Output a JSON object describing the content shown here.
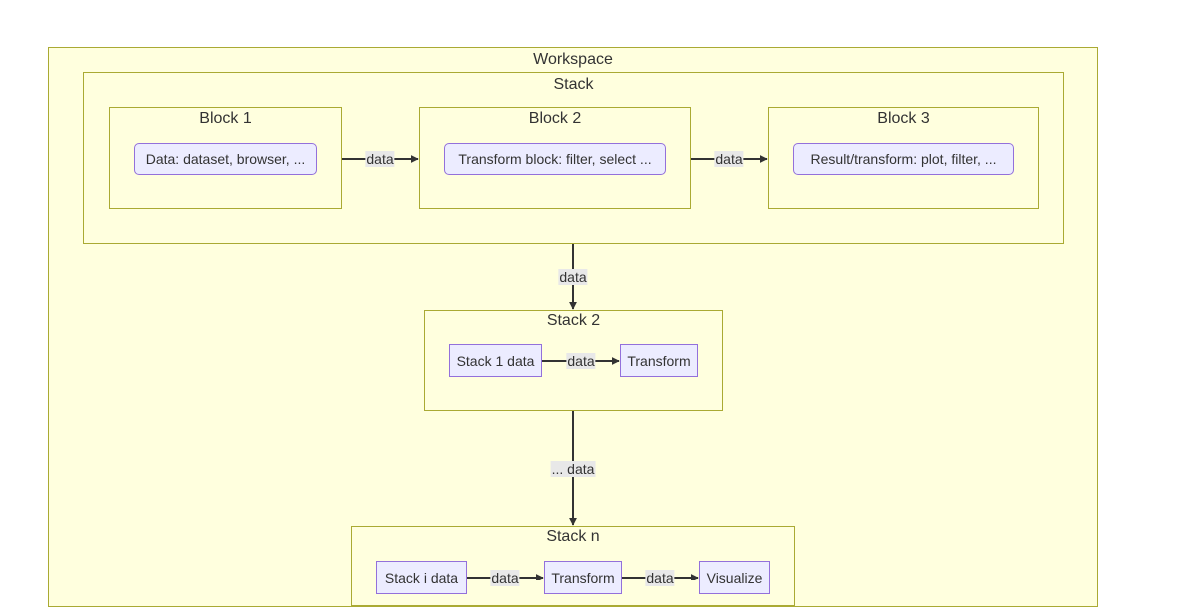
{
  "workspace": {
    "title": "Workspace"
  },
  "stack1": {
    "title": "Stack",
    "blocks": [
      {
        "title": "Block 1",
        "node": "Data: dataset, browser, ..."
      },
      {
        "title": "Block 2",
        "node": "Transform block: filter, select ..."
      },
      {
        "title": "Block 3",
        "node": "Result/transform: plot, filter, ..."
      }
    ],
    "edge_labels": [
      "data",
      "data"
    ]
  },
  "edge_stack1_stack2": "data",
  "stack2": {
    "title": "Stack 2",
    "nodes": [
      "Stack 1 data",
      "Transform"
    ],
    "edge_label": "data"
  },
  "edge_stack2_stackn": "... data",
  "stackn": {
    "title": "Stack n",
    "nodes": [
      "Stack i data",
      "Transform",
      "Visualize"
    ],
    "edge_labels": [
      "data",
      "data"
    ]
  },
  "colors": {
    "cluster_fill": "#ffffde",
    "cluster_border": "#aaaa33",
    "node_fill": "#ececff",
    "node_border": "#9370db",
    "edge": "#333333",
    "edge_label_bg": "#e8e8e8"
  }
}
